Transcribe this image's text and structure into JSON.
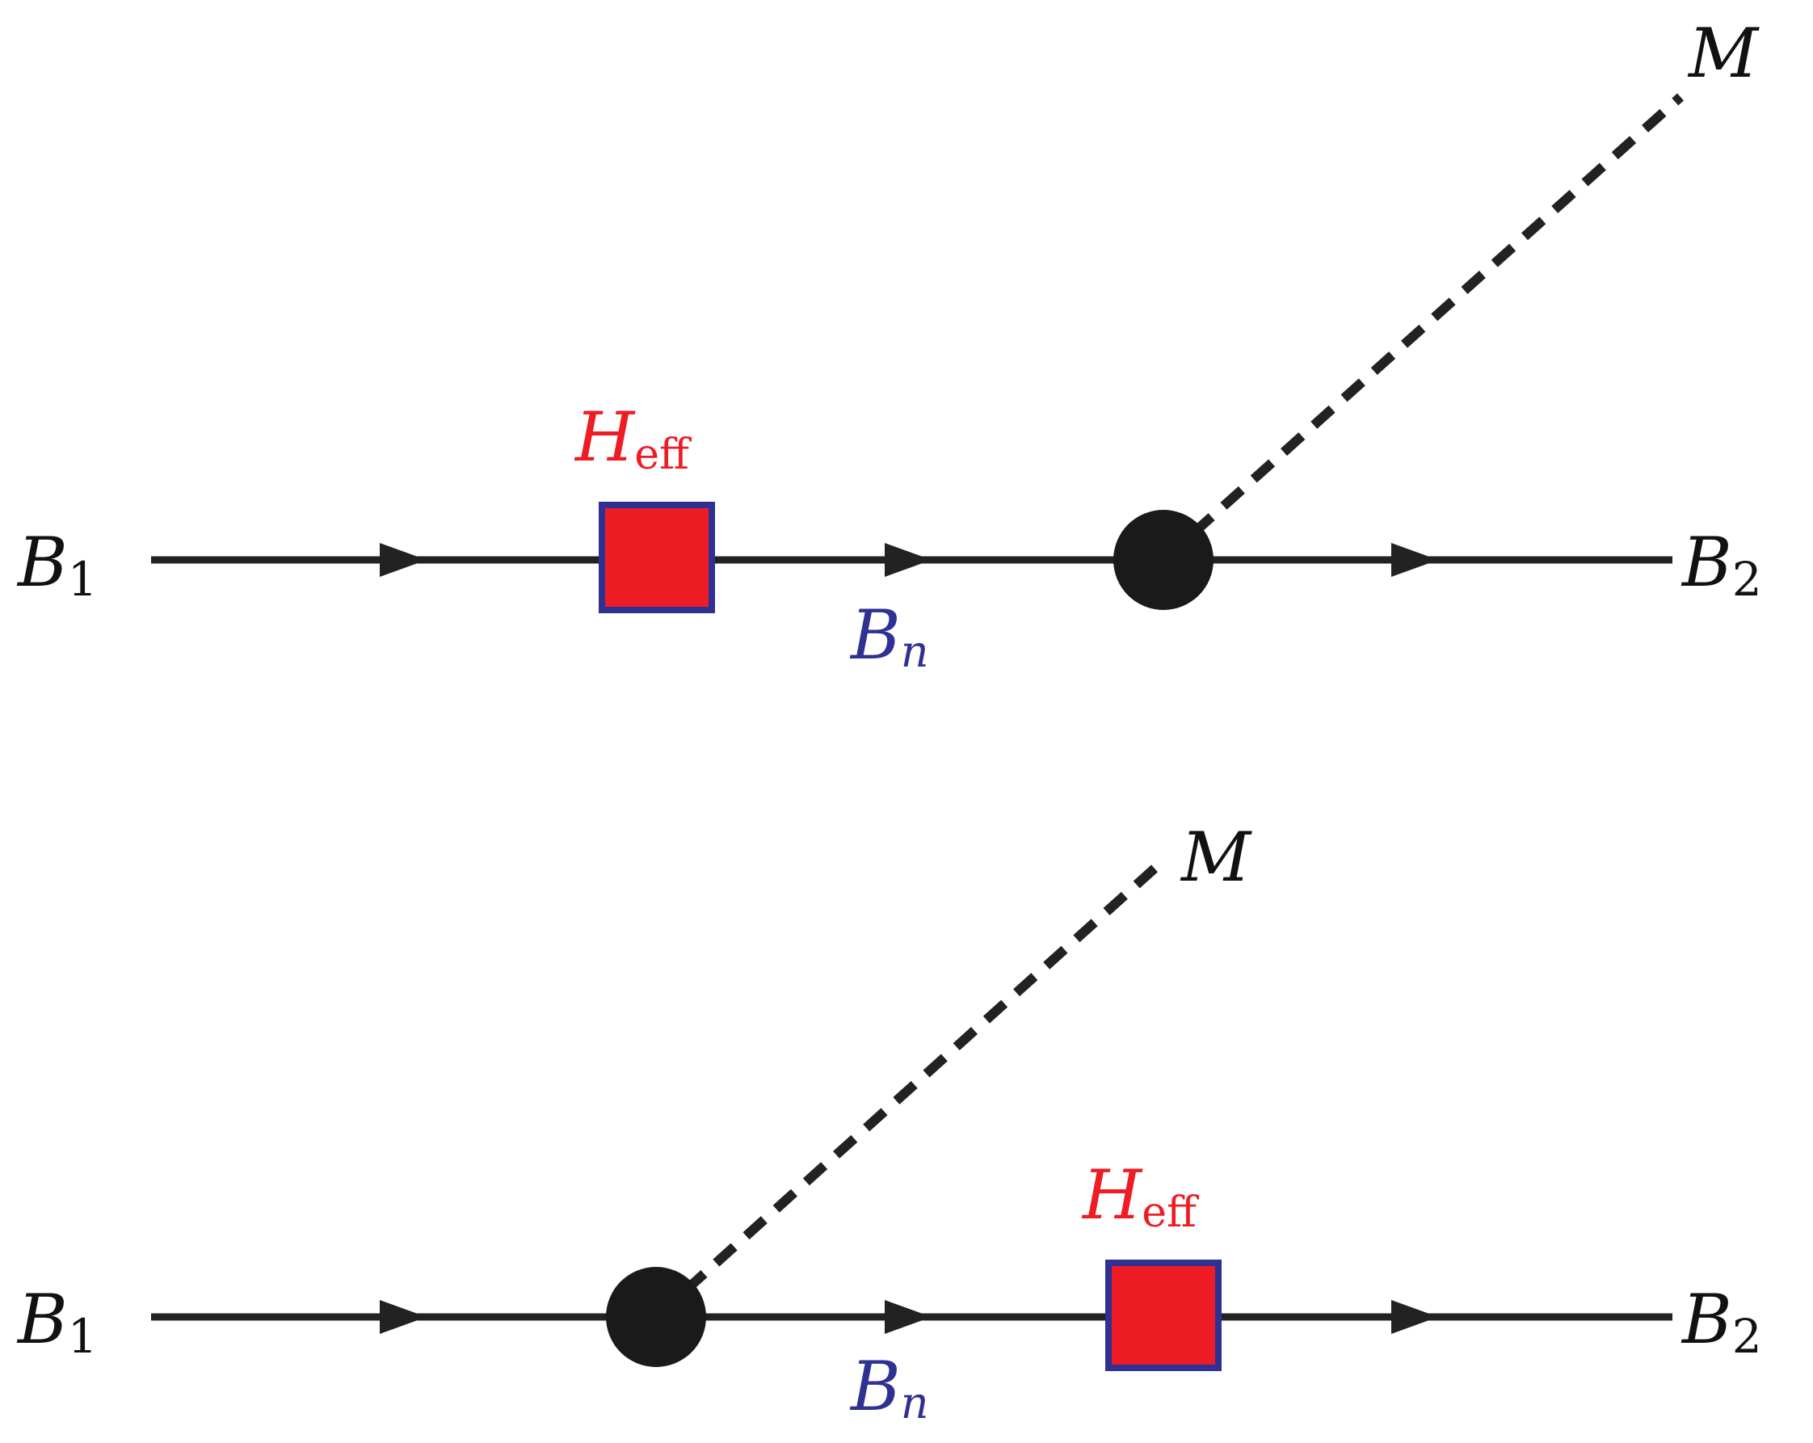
{
  "diagrams": [
    {
      "incoming": {
        "symbol": "B",
        "subscript": "1"
      },
      "outgoing": {
        "symbol": "B",
        "subscript": "2"
      },
      "intermediate": {
        "symbol": "B",
        "subscript": "n"
      },
      "meson": {
        "symbol": "M"
      },
      "weak_vertex": {
        "symbol": "H",
        "subscript": "eff"
      }
    },
    {
      "incoming": {
        "symbol": "B",
        "subscript": "1"
      },
      "outgoing": {
        "symbol": "B",
        "subscript": "2"
      },
      "intermediate": {
        "symbol": "B",
        "subscript": "n"
      },
      "meson": {
        "symbol": "M"
      },
      "weak_vertex": {
        "symbol": "H",
        "subscript": "eff"
      }
    }
  ],
  "colors": {
    "line": "#222222",
    "heff_label": "#ee1c24",
    "bn_label": "#2e3192",
    "box_fill": "#ee1c24",
    "box_stroke": "#2e3192",
    "vertex": "#1a1a1a",
    "text": "#111111"
  }
}
